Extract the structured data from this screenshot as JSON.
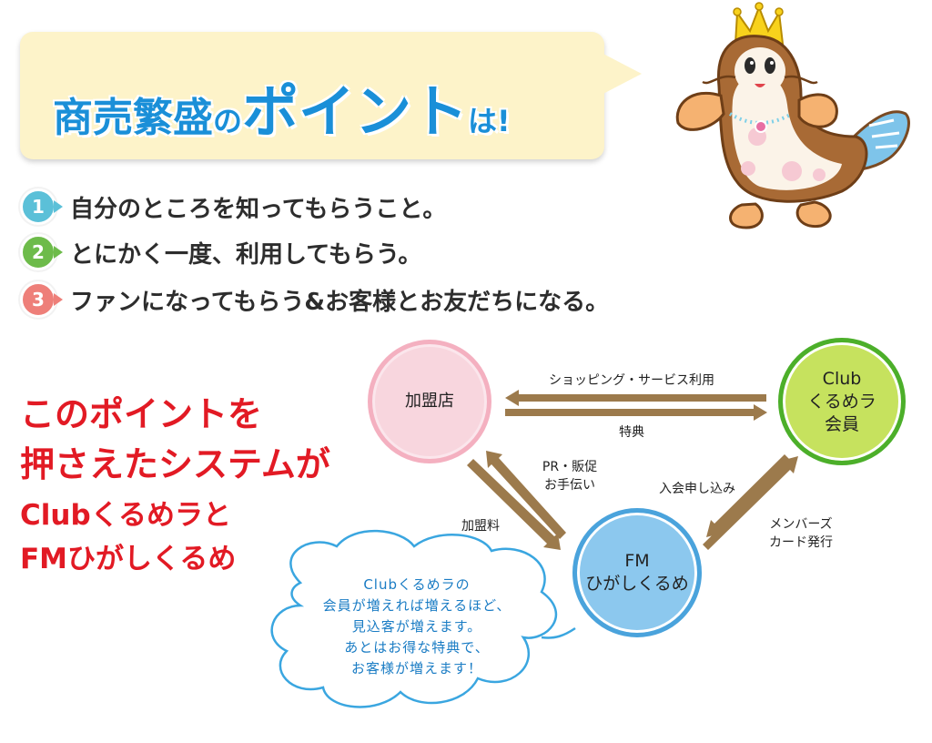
{
  "banner": {
    "part1": "商売繁盛",
    "part2": "の",
    "part3": "ポイント",
    "part4": "は!"
  },
  "points": [
    {
      "number": "1",
      "color": "#5bc0d8",
      "text": "自分のところを知ってもらうこと。"
    },
    {
      "number": "2",
      "color": "#6dbb4a",
      "text": "とにかく一度、利用してもらう。"
    },
    {
      "number": "3",
      "color": "#ee7f79",
      "text": "ファンになってもらう&お客様とお友だちになる。"
    }
  ],
  "headline": {
    "line1": "このポイントを",
    "line2": "押さえたシステムが",
    "line3": "Clubくるめラと",
    "line4": "FMひがしくるめ"
  },
  "diagram": {
    "shop_label": "加盟店",
    "club_label_1": "Club",
    "club_label_2": "くるめラ",
    "club_label_3": "会員",
    "fm_label_1": "FM",
    "fm_label_2": "ひがしくるめ",
    "arrow_club_to_shop": "ショッピング・サービス利用",
    "arrow_shop_to_club": "特典",
    "arrow_fm_to_shop_1": "PR・販促",
    "arrow_fm_to_shop_2": "お手伝い",
    "arrow_shop_to_fm": "加盟料",
    "arrow_club_to_fm": "入会申し込み",
    "arrow_fm_to_club_1": "メンバーズ",
    "arrow_fm_to_club_2": "カード発行"
  },
  "cloud": {
    "line1": "Clubくるめラの",
    "line2": "会員が増えれば増えるほど、",
    "line3": "見込客が増えます。",
    "line4": "あとはお得な特典で、",
    "line5": "お客様が増えます！"
  },
  "colors": {
    "accent_blue": "#1a8fd8",
    "headline_red": "#e21a24",
    "arrow_brown": "#9c7a4c",
    "banner_cream": "#fdf3c9"
  },
  "icons": [
    "crown-icon",
    "mascot-fish-icon"
  ]
}
